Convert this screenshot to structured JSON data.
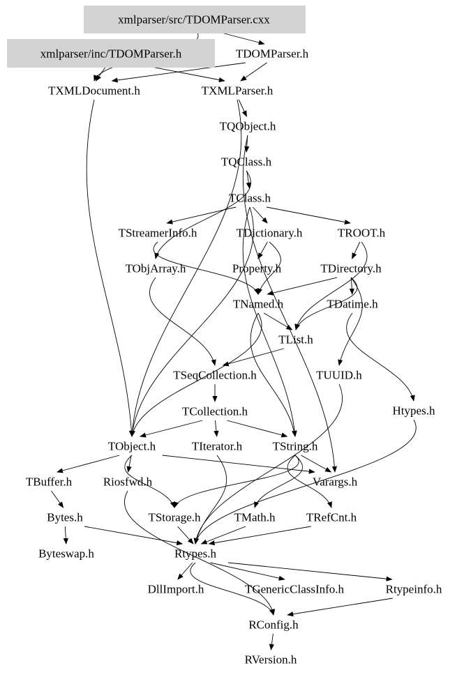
{
  "graph": {
    "highlight_color": "#d3d3d3",
    "nodes": [
      {
        "id": "src",
        "label": "xmlparser/src/TDOMParser.cxx",
        "highlighted": true
      },
      {
        "id": "inc",
        "label": "xmlparser/inc/TDOMParser.h",
        "highlighted": true
      },
      {
        "id": "TDOMParser",
        "label": "TDOMParser.h"
      },
      {
        "id": "TXMLDocument",
        "label": "TXMLDocument.h"
      },
      {
        "id": "TXMLParser",
        "label": "TXMLParser.h"
      },
      {
        "id": "TQObject",
        "label": "TQObject.h"
      },
      {
        "id": "TQClass",
        "label": "TQClass.h"
      },
      {
        "id": "TClass",
        "label": "TClass.h"
      },
      {
        "id": "TStreamerInfo",
        "label": "TStreamerInfo.h"
      },
      {
        "id": "TDictionary",
        "label": "TDictionary.h"
      },
      {
        "id": "TROOT",
        "label": "TROOT.h"
      },
      {
        "id": "TObjArray",
        "label": "TObjArray.h"
      },
      {
        "id": "Property",
        "label": "Property.h"
      },
      {
        "id": "TDirectory",
        "label": "TDirectory.h"
      },
      {
        "id": "TNamed",
        "label": "TNamed.h"
      },
      {
        "id": "TDatime",
        "label": "TDatime.h"
      },
      {
        "id": "TList",
        "label": "TList.h"
      },
      {
        "id": "TSeqCollection",
        "label": "TSeqCollection.h"
      },
      {
        "id": "TUUID",
        "label": "TUUID.h"
      },
      {
        "id": "TCollection",
        "label": "TCollection.h"
      },
      {
        "id": "Htypes",
        "label": "Htypes.h"
      },
      {
        "id": "TObject",
        "label": "TObject.h"
      },
      {
        "id": "TIterator",
        "label": "TIterator.h"
      },
      {
        "id": "TString",
        "label": "TString.h"
      },
      {
        "id": "TBuffer",
        "label": "TBuffer.h"
      },
      {
        "id": "Riosfwd",
        "label": "Riosfwd.h"
      },
      {
        "id": "Varargs",
        "label": "Varargs.h"
      },
      {
        "id": "Bytes",
        "label": "Bytes.h"
      },
      {
        "id": "TStorage",
        "label": "TStorage.h"
      },
      {
        "id": "TMath",
        "label": "TMath.h"
      },
      {
        "id": "TRefCnt",
        "label": "TRefCnt.h"
      },
      {
        "id": "Byteswap",
        "label": "Byteswap.h"
      },
      {
        "id": "Rtypes",
        "label": "Rtypes.h"
      },
      {
        "id": "DllImport",
        "label": "DllImport.h"
      },
      {
        "id": "TGenericClassInfo",
        "label": "TGenericClassInfo.h"
      },
      {
        "id": "Rtypeinfo",
        "label": "Rtypeinfo.h"
      },
      {
        "id": "RConfig",
        "label": "RConfig.h"
      },
      {
        "id": "RVersion",
        "label": "RVersion.h"
      }
    ],
    "edges": [
      [
        "src",
        "TXMLDocument"
      ],
      [
        "src",
        "TDOMParser"
      ],
      [
        "inc",
        "TXMLDocument"
      ],
      [
        "inc",
        "TXMLParser"
      ],
      [
        "TDOMParser",
        "TXMLParser"
      ],
      [
        "TDOMParser",
        "TXMLDocument"
      ],
      [
        "TXMLDocument",
        "TObject"
      ],
      [
        "TXMLParser",
        "TQObject"
      ],
      [
        "TXMLParser",
        "TObject"
      ],
      [
        "TQObject",
        "TQClass"
      ],
      [
        "TQObject",
        "Varargs"
      ],
      [
        "TQClass",
        "TClass"
      ],
      [
        "TQClass",
        "TObjArray"
      ],
      [
        "TClass",
        "TStreamerInfo"
      ],
      [
        "TClass",
        "TDictionary"
      ],
      [
        "TClass",
        "TROOT"
      ],
      [
        "TClass",
        "TObject"
      ],
      [
        "TClass",
        "TString"
      ],
      [
        "TStreamerInfo",
        "TNamed"
      ],
      [
        "TDictionary",
        "TNamed"
      ],
      [
        "TDictionary",
        "Property"
      ],
      [
        "TROOT",
        "TDirectory"
      ],
      [
        "TROOT",
        "TList"
      ],
      [
        "TDirectory",
        "TNamed"
      ],
      [
        "TDirectory",
        "TDatime"
      ],
      [
        "TDirectory",
        "TList"
      ],
      [
        "TDirectory",
        "TUUID"
      ],
      [
        "TObjArray",
        "TSeqCollection"
      ],
      [
        "TNamed",
        "TList"
      ],
      [
        "TNamed",
        "TObject"
      ],
      [
        "TNamed",
        "TString"
      ],
      [
        "TList",
        "TSeqCollection"
      ],
      [
        "TDatime",
        "Htypes"
      ],
      [
        "TSeqCollection",
        "TCollection"
      ],
      [
        "TCollection",
        "TObject"
      ],
      [
        "TCollection",
        "TIterator"
      ],
      [
        "TCollection",
        "TString"
      ],
      [
        "TUUID",
        "Rtypes"
      ],
      [
        "Htypes",
        "Rtypes"
      ],
      [
        "TObject",
        "TBuffer"
      ],
      [
        "TObject",
        "Riosfwd"
      ],
      [
        "TObject",
        "Varargs"
      ],
      [
        "TObject",
        "TStorage"
      ],
      [
        "TString",
        "Varargs"
      ],
      [
        "TString",
        "TMath"
      ],
      [
        "TString",
        "TRefCnt"
      ],
      [
        "TString",
        "TStorage"
      ],
      [
        "TIterator",
        "Rtypes"
      ],
      [
        "TBuffer",
        "Bytes"
      ],
      [
        "Bytes",
        "Byteswap"
      ],
      [
        "Bytes",
        "Rtypes"
      ],
      [
        "Riosfwd",
        "RConfig"
      ],
      [
        "TStorage",
        "Rtypes"
      ],
      [
        "TMath",
        "Rtypes"
      ],
      [
        "TRefCnt",
        "Rtypes"
      ],
      [
        "Rtypes",
        "DllImport"
      ],
      [
        "Rtypes",
        "TGenericClassInfo"
      ],
      [
        "Rtypes",
        "Rtypeinfo"
      ],
      [
        "Rtypes",
        "RConfig"
      ],
      [
        "Rtypeinfo",
        "RConfig"
      ],
      [
        "RConfig",
        "RVersion"
      ]
    ]
  }
}
